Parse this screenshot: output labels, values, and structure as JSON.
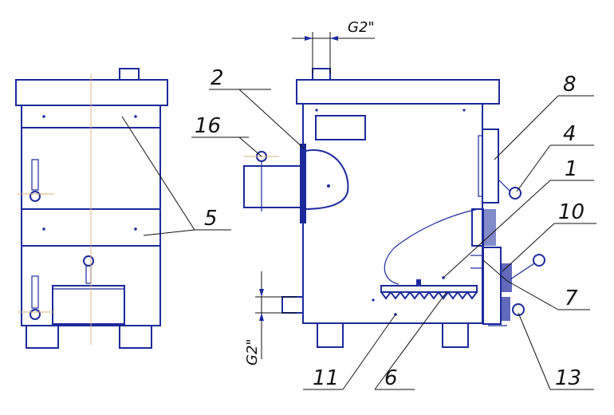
{
  "labels": {
    "n1": "1",
    "n2": "2",
    "n4": "4",
    "n5": "5",
    "n6": "6",
    "n7": "7",
    "n8": "8",
    "n10": "10",
    "n11": "11",
    "n13": "13",
    "n16": "16"
  },
  "dimensions": {
    "top": "G2\"",
    "side": "G2\""
  }
}
